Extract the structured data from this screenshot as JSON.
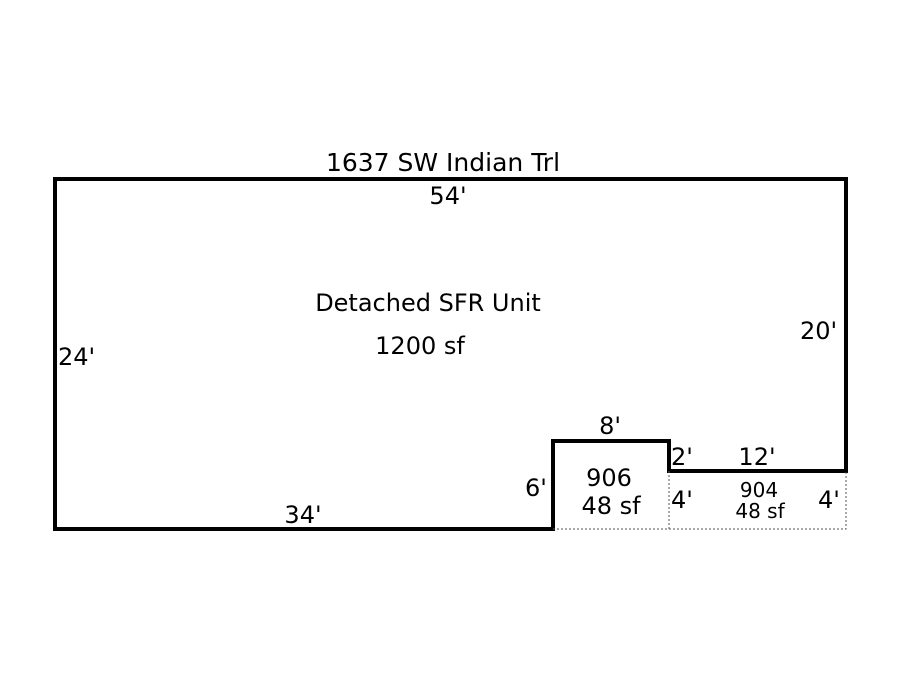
{
  "title": "1637 SW Indian Trl",
  "main_area": {
    "name": "Detached SFR Unit",
    "area": "1200 sf"
  },
  "dimensions": {
    "top": "54'",
    "left": "24'",
    "right": "20'",
    "bottom_left": "34'",
    "notch_top": "8'",
    "notch_left": "6'",
    "step_down": "2'",
    "bottom_right": "12'",
    "sub_left": "4'",
    "sub_right": "4'"
  },
  "sub_areas": [
    {
      "code": "906",
      "area": "48 sf"
    },
    {
      "code": "904",
      "area": "48 sf"
    }
  ]
}
